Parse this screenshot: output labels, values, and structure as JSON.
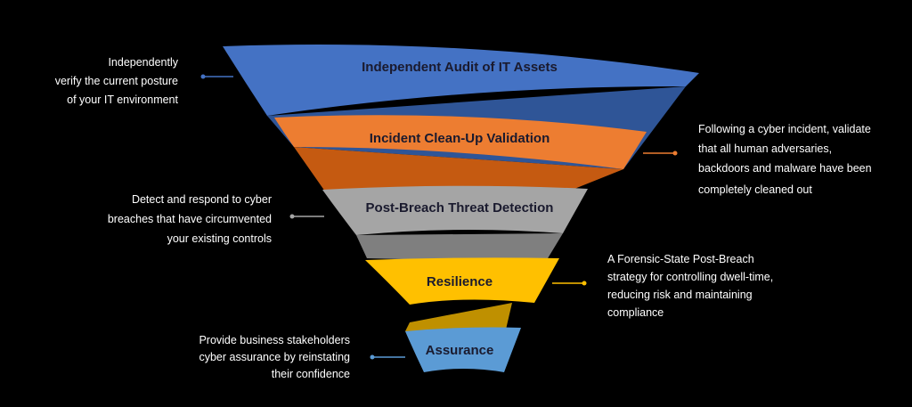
{
  "tiers": [
    {
      "label": "Independent Audit of IT Assets",
      "color": "#4472C4",
      "shade": "#2F5597"
    },
    {
      "label": "Incident Clean-Up Validation",
      "color": "#ED7D31",
      "shade": "#C55A11"
    },
    {
      "label": "Post-Breach Threat Detection",
      "color": "#A5A5A5",
      "shade": "#7F7F7F"
    },
    {
      "label": "Resilience",
      "color": "#FFC000",
      "shade": "#BF9000"
    },
    {
      "label": "Assurance",
      "color": "#5B9BD5",
      "shade": "#2E75B6"
    }
  ],
  "notes": [
    {
      "lines": [
        "Independently",
        "verify the current posture",
        "of your IT environment"
      ]
    },
    {
      "lines": [
        "Following a cyber incident, validate",
        "that all human adversaries,",
        "backdoors and malware have been",
        "completely cleaned out"
      ]
    },
    {
      "lines": [
        "Detect and respond to cyber",
        "breaches that have circumvented",
        "your existing controls"
      ]
    },
    {
      "lines": [
        "A Forensic-State Post-Breach",
        "strategy for controlling dwell-time,",
        "reducing risk and maintaining",
        "compliance"
      ]
    },
    {
      "lines": [
        "Provide business stakeholders",
        "cyber assurance by reinstating",
        "their confidence"
      ]
    }
  ]
}
